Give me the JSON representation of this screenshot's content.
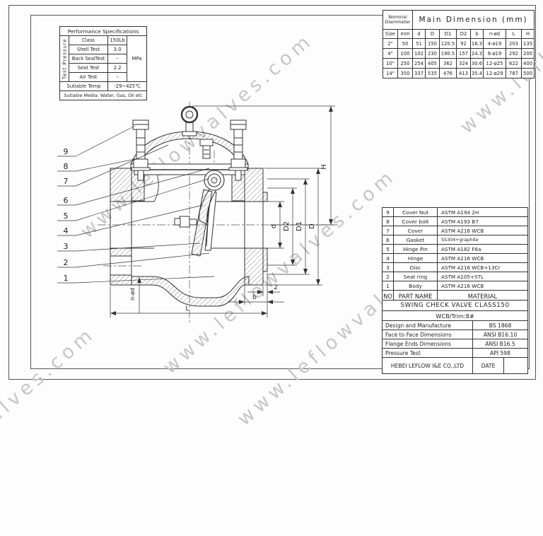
{
  "watermark": {
    "text": "www.leflowvalves.com",
    "color": "#c7c7c7"
  },
  "performance_table": {
    "title": "Performance Specifications",
    "side_label": "Test Pressure",
    "rows": [
      {
        "name": "Class",
        "value": "150Lb"
      },
      {
        "name": "Shell Test",
        "value": "3.0"
      },
      {
        "name": "Back SealTest",
        "value": "–"
      },
      {
        "name": "Seat Test",
        "value": "2.2"
      },
      {
        "name": "Air Test",
        "value": "–"
      }
    ],
    "unit": "MPa",
    "temp_label": "Sutiable Temp",
    "temp_value": "-29~425℃",
    "media": "Sutiable Media: Water, Gas, Oil etc"
  },
  "dimension_table": {
    "group_header_left": "Nominal Diammeter",
    "group_header_right": "Main Dimension (mm)",
    "columns": [
      "Size",
      "mm",
      "d",
      "D",
      "D1",
      "D2",
      "b",
      "n-ød",
      "L",
      "H"
    ],
    "rows": [
      [
        "2\"",
        "50",
        "51",
        "150",
        "120.5",
        "92",
        "16.3",
        "4-ø19",
        "203",
        "135"
      ],
      [
        "4\"",
        "100",
        "102",
        "230",
        "190.5",
        "157",
        "24.3",
        "8-ø19",
        "292",
        "200"
      ],
      [
        "10\"",
        "250",
        "254",
        "405",
        "362",
        "324",
        "30.6",
        "12-ø25",
        "622",
        "400"
      ],
      [
        "14\"",
        "350",
        "337",
        "535",
        "476",
        "413",
        "35.4",
        "12-ø29",
        "787",
        "500"
      ]
    ]
  },
  "parts_table": {
    "header": {
      "no": "NO",
      "part": "PART NAME",
      "material": "MATERIAL"
    },
    "rows": [
      {
        "no": "9",
        "part": "Cover Nut",
        "material": "ASTM A194 2H"
      },
      {
        "no": "8",
        "part": "Cover bolt",
        "material": "ASTM A193 B7"
      },
      {
        "no": "7",
        "part": "Cover",
        "material": "ASTM A216 WCB"
      },
      {
        "no": "6",
        "part": "Gasket",
        "material": "SS304+graphite"
      },
      {
        "no": "5",
        "part": "Hinge Pin",
        "material": "ASTM A182 F6a"
      },
      {
        "no": "4",
        "part": "Hinge",
        "material": "ASTM A216 WCB"
      },
      {
        "no": "3",
        "part": "Disc",
        "material": "ASTM A216 WCB+13Cr"
      },
      {
        "no": "2",
        "part": "Seat ring",
        "material": "ASTM A105+STL"
      },
      {
        "no": "1",
        "part": "Body",
        "material": "ASTM A216 WCB"
      }
    ]
  },
  "title_block": {
    "product_line1": "SWING CHECK VALVE CLASS150",
    "product_line2": "WCB/Trim:8#",
    "specs": [
      {
        "label": "Design and Manufacture",
        "value": "BS 1868"
      },
      {
        "label": "Face to Face Dimensions",
        "value": "ANSI B16.10"
      },
      {
        "label": "Flange Ends Dimensions",
        "value": "ANSI B16.5"
      },
      {
        "label": "Pressure Test",
        "value": "API 598"
      }
    ],
    "company": "HEBEI LEFLOW I&E CO.,LTD",
    "date_label": "DATE"
  },
  "drawing": {
    "balloons": [
      "9",
      "8",
      "7",
      "6",
      "5",
      "4",
      "3",
      "2",
      "1"
    ],
    "dim_labels": {
      "H": "H",
      "D": "D",
      "D1": "D1",
      "D2": "D2",
      "d": "d",
      "L": "L",
      "b": "b",
      "two": "2",
      "n_od": "n-ød"
    }
  }
}
